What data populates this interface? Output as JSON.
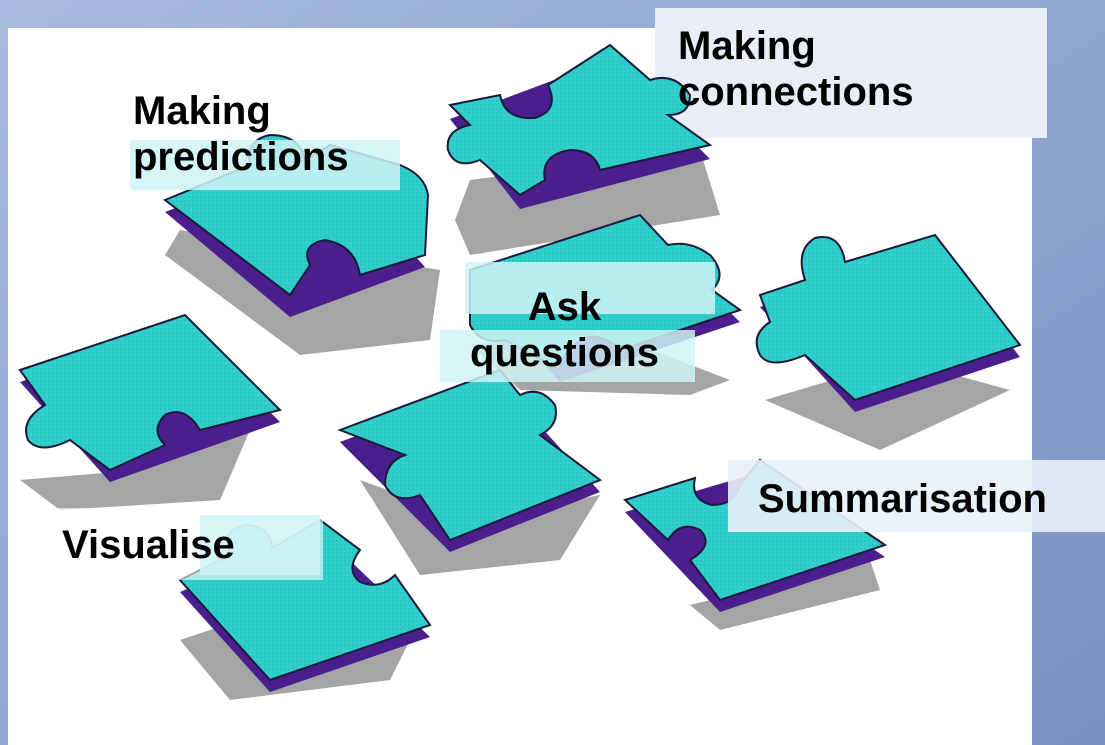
{
  "slide": {
    "colors": {
      "background_gradient": [
        "#9eb3d9",
        "#7b93c4"
      ],
      "canvas": "#ffffff",
      "piece_top": "#2fd0cc",
      "piece_side": "#4a1e8c",
      "shadow": "#9a9a9a",
      "label_box": "#cff3f4"
    }
  },
  "labels": {
    "making_predictions": [
      "Making",
      "predictions"
    ],
    "making_connections": [
      "Making",
      "connections"
    ],
    "ask_questions": [
      "Ask",
      "questions"
    ],
    "visualise": "Visualise",
    "summarisation": "Summarisation"
  }
}
